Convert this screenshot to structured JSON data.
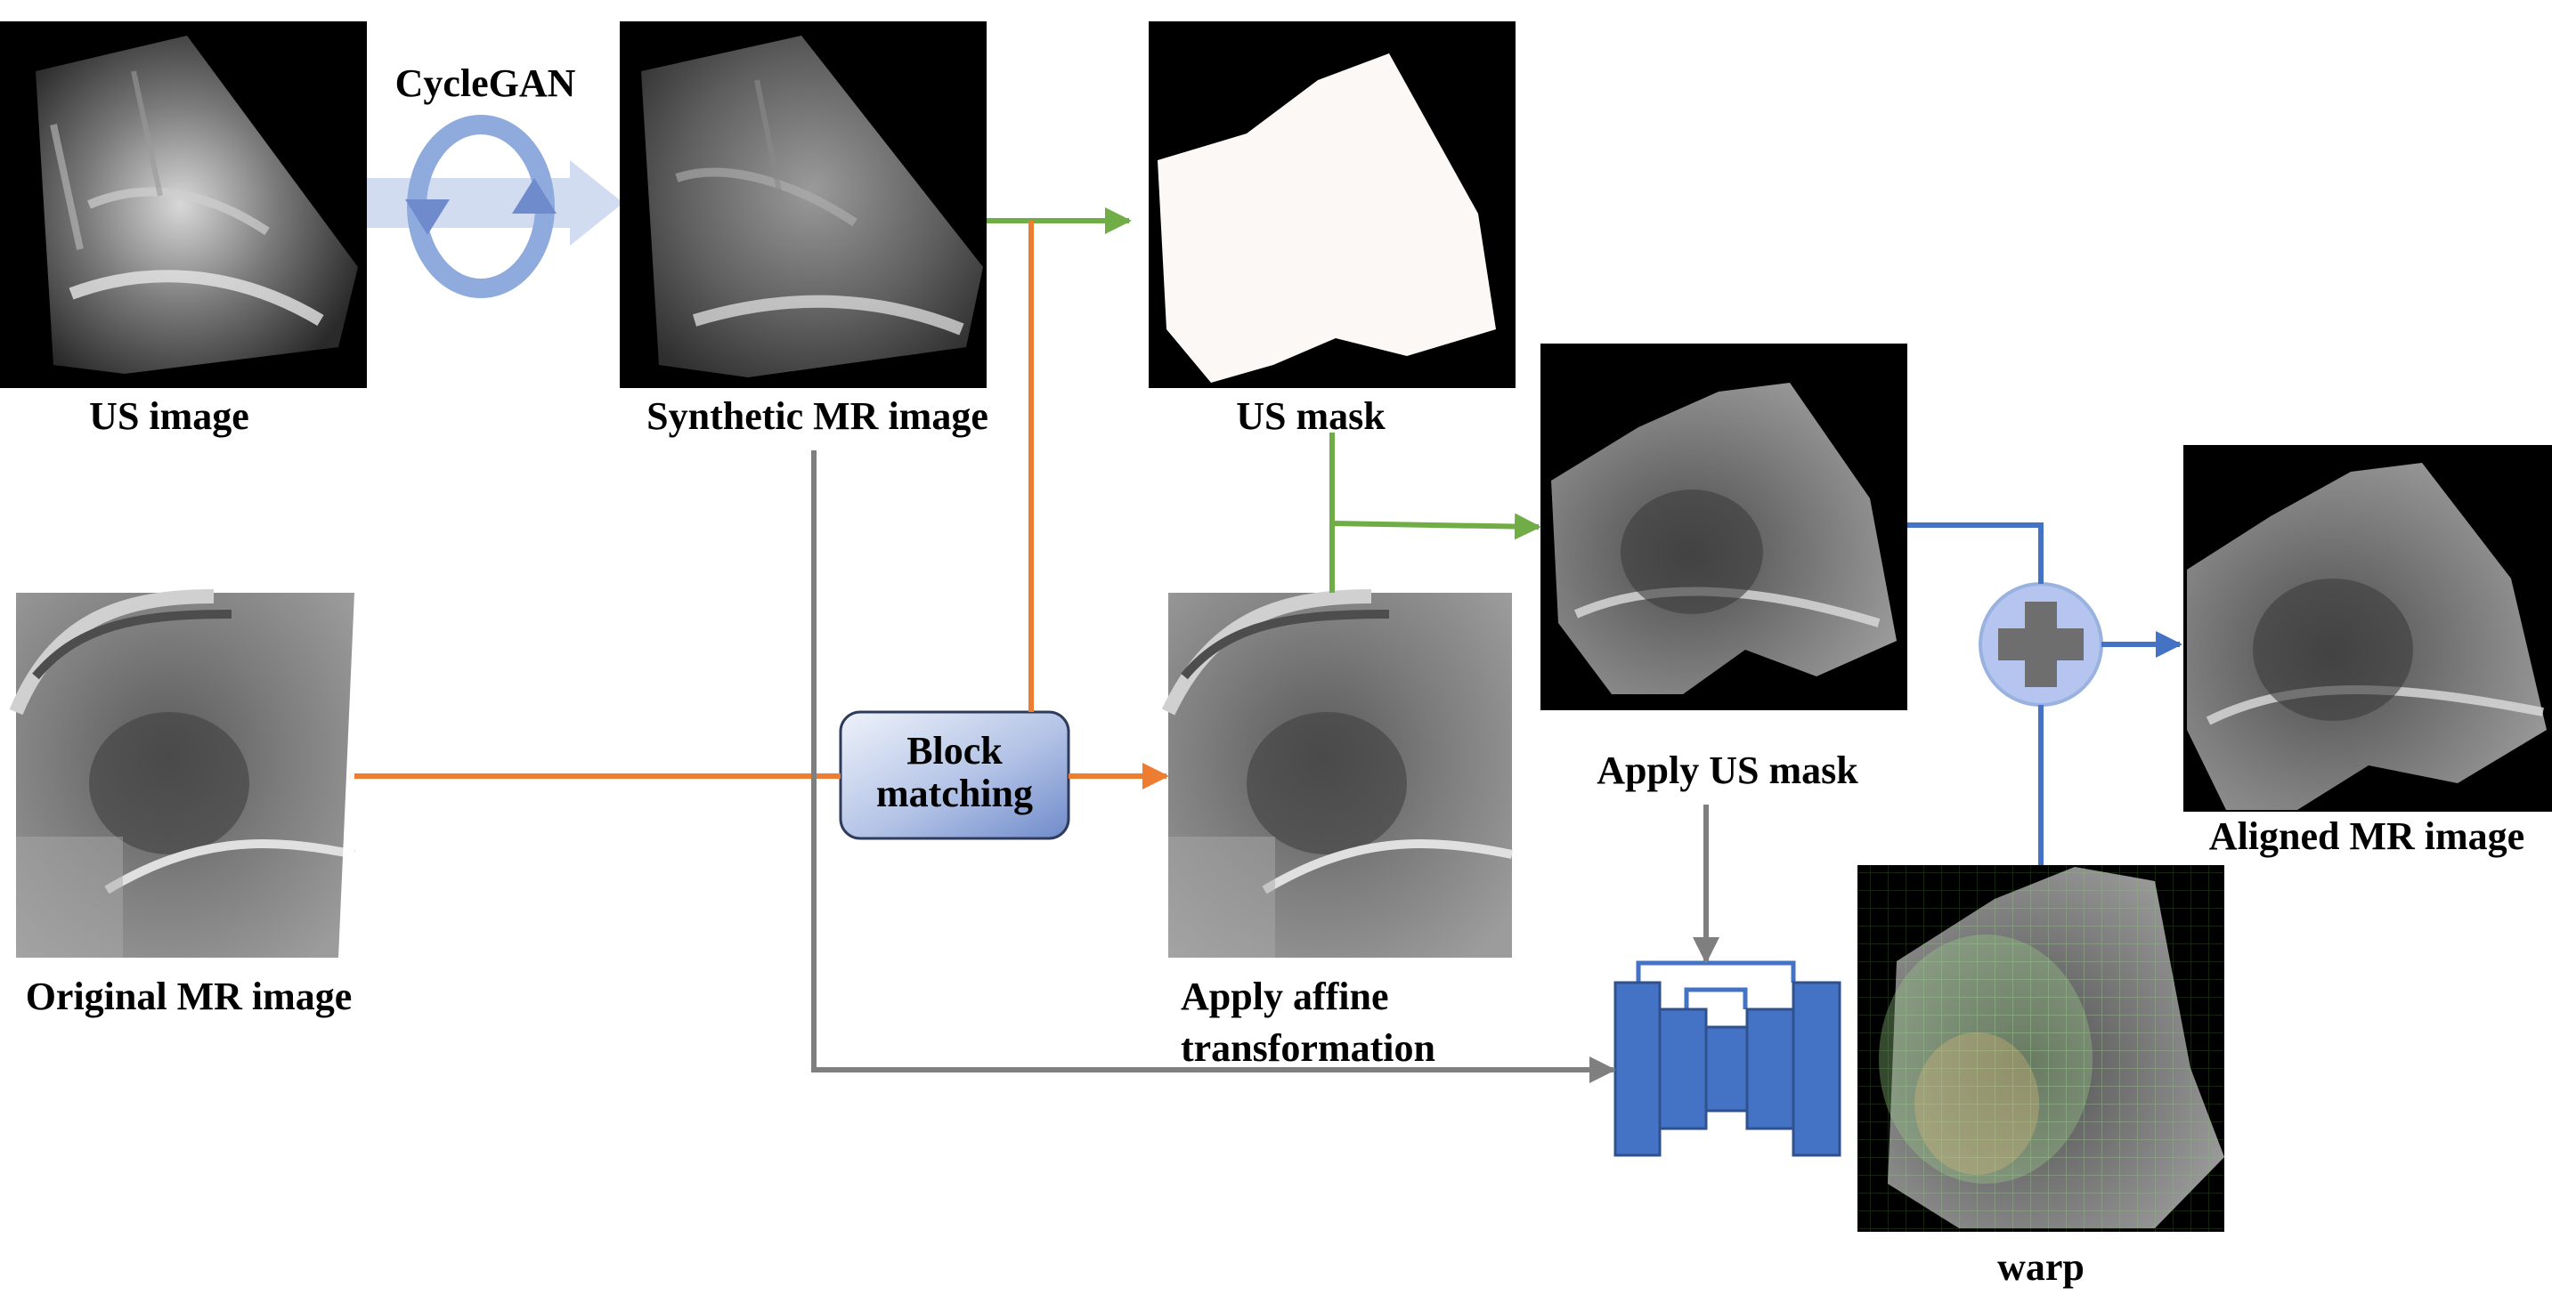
{
  "labels": {
    "cyclegan": "CycleGAN",
    "us_image": "US image",
    "synthetic_mr": "Synthetic MR image",
    "us_mask": "US mask",
    "original_mr": "Original MR image",
    "block_matching_line1": "Block",
    "block_matching_line2": "matching",
    "affine_line1": "Apply affine",
    "affine_line2": "transformation",
    "apply_us_mask": "Apply US mask",
    "aligned_mr": "Aligned MR image",
    "warp": "warp"
  },
  "colors": {
    "green_arrow": "#70ad47",
    "orange_arrow": "#ed7d31",
    "gray_arrow": "#7f7f7f",
    "blue_arrow": "#4472c4",
    "unet_fill": "#4472c4",
    "block_fill_light": "#dfe6f5",
    "block_fill_dark": "#7f98d2",
    "cyclegan_fill": "#c9d6ee",
    "cyclegan_ring": "#8faadc",
    "plus_circle": "#aebfee",
    "plus_sign": "#7f7f7f",
    "mask_white": "#fcf8f5"
  },
  "icons": {
    "cyclegan": "cycle-arrows-icon",
    "combine": "plus-icon",
    "network": "unet-icon"
  }
}
